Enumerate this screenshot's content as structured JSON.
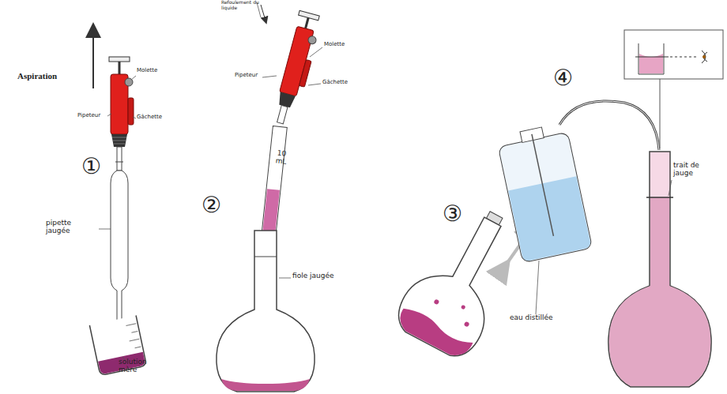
{
  "diagram": {
    "labels": [
      "Aspiration",
      "Molette",
      "Pipeteur",
      "Gâchette",
      "①",
      "pipette jaugée",
      "solution mère",
      "Refoulement du liquide",
      "Molette",
      "Pipeteur",
      "Gâchette",
      "②",
      "10 mL",
      "fiole jaugée",
      "③",
      "④",
      "eau distillée",
      "trait de jauge"
    ]
  }
}
